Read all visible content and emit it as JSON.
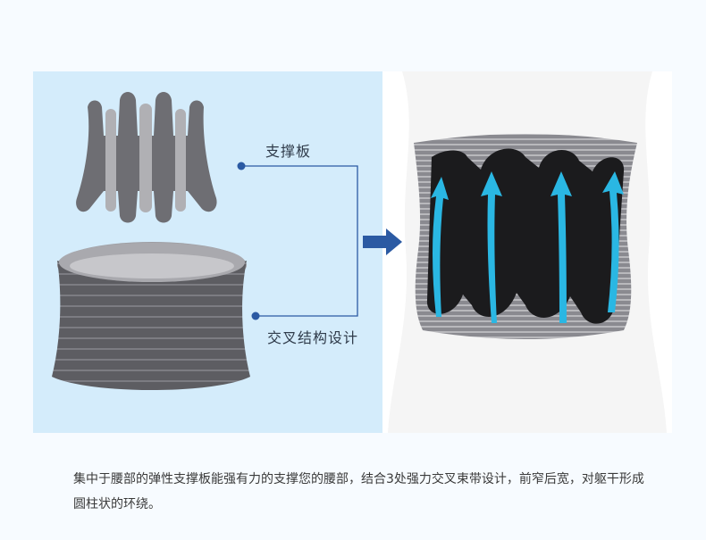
{
  "labels": {
    "support_plate": "支撑板",
    "cross_structure": "交叉结构设计"
  },
  "caption": "集中于腰部的弹性支撑板能强有力的支撑您的腰部，结合3处强力交叉束带设计，前窄后宽，对躯干形成圆柱状的环绕。",
  "colors": {
    "panel_background": "#d4ecfb",
    "accent_blue": "#2b5aa3",
    "arrow_cyan": "#2ab7e3",
    "belt_black": "#1b1b1d",
    "strap_gray": "#6a6a6e"
  }
}
